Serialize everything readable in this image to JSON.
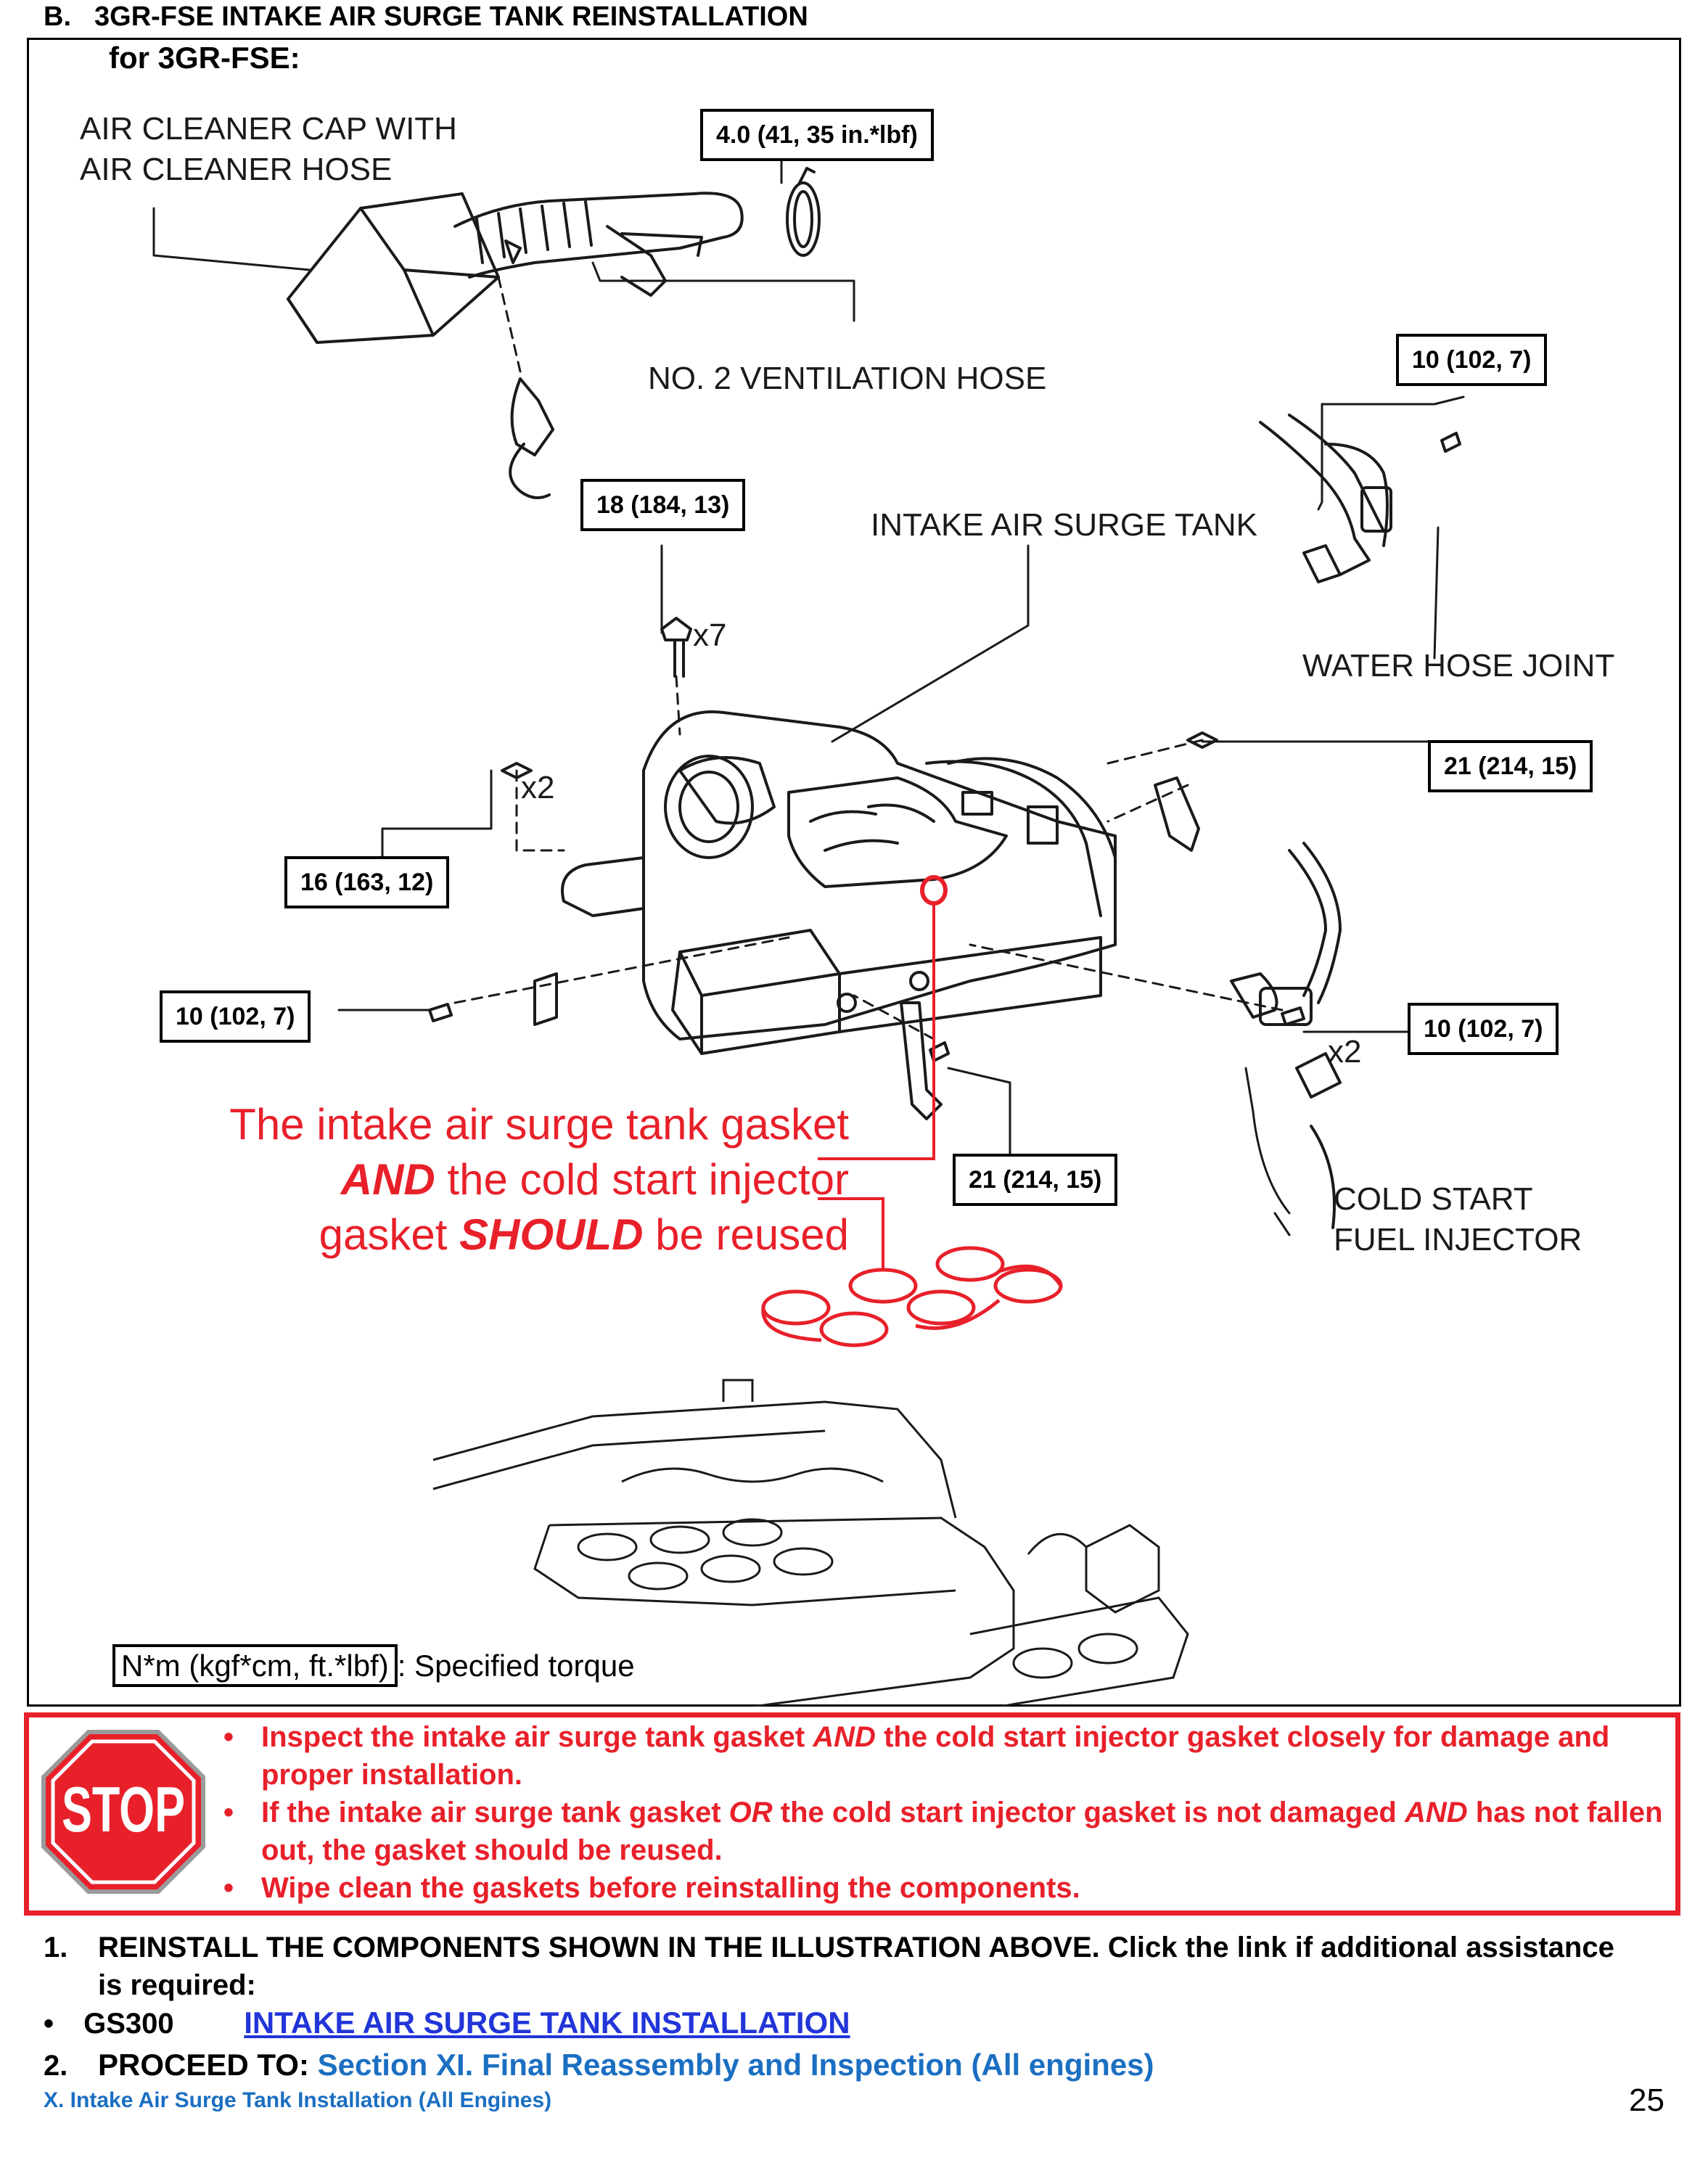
{
  "header": {
    "letter": "B.",
    "title": "3GR-FSE INTAKE AIR SURGE TANK REINSTALLATION",
    "sublabel": "for 3GR-FSE:"
  },
  "diagram": {
    "labels": {
      "air_cleaner": "AIR CLEANER CAP WITH\nAIR CLEANER HOSE",
      "vent_hose": "NO. 2 VENTILATION HOSE",
      "surge_tank": "INTAKE AIR SURGE TANK",
      "water_hose": "WATER HOSE JOINT",
      "cold_start": "COLD START\nFUEL INJECTOR"
    },
    "torque": {
      "clamp": "4.0 (41, 35 in.*lbf)",
      "water_joint": "10 (102, 7)",
      "tank_bolts": "18 (184, 13)",
      "nuts": "16 (163, 12)",
      "right_bracket": "21 (214, 15)",
      "left_bracket": "10 (102, 7)",
      "injector": "10 (102, 7)",
      "lower_bracket": "21 (214, 15)"
    },
    "counts": {
      "bolts": "x7",
      "nuts": "x2",
      "injector_bolts": "x2"
    },
    "gasket_note": {
      "line1": "The intake air surge tank gasket",
      "line2_em": "AND",
      "line2_rest": " the cold start injector",
      "line3_a": "gasket ",
      "line3_em": "SHOULD",
      "line3_b": " be reused"
    },
    "spec_box": "N*m (kgf*cm, ft.*lbf)",
    "spec_text": ": Specified torque",
    "colors": {
      "red": "#e8202a",
      "line": "#1a1a1a"
    }
  },
  "stop": {
    "sign_text": "STOP",
    "bullet1_a": "Inspect the intake air surge tank gasket ",
    "bullet1_em": "AND",
    "bullet1_b": " the cold start injector gasket closely for damage and proper installation.",
    "bullet2_a": "If the intake air surge tank gasket ",
    "bullet2_em": "OR",
    "bullet2_b": " the cold start injector gasket is not damaged ",
    "bullet2_em2": "AND",
    "bullet2_c": " has not fallen out, the gasket should be reused.",
    "bullet3": "Wipe clean the gaskets before reinstalling the components."
  },
  "steps": {
    "s1_num": "1.",
    "s1_text": "REINSTALL THE COMPONENTS SHOWN IN THE ILLUSTRATION ABOVE. Click the link if additional assistance is required:",
    "model": "GS300",
    "model_link": "INTAKE AIR SURGE TANK INSTALLATION",
    "s2_num": "2.",
    "s2_label": "PROCEED TO: ",
    "s2_link": "Section XI. Final Reassembly and Inspection (All engines)"
  },
  "footer": {
    "section": "X. Intake Air Surge Tank Installation (All Engines)",
    "page": "25"
  }
}
